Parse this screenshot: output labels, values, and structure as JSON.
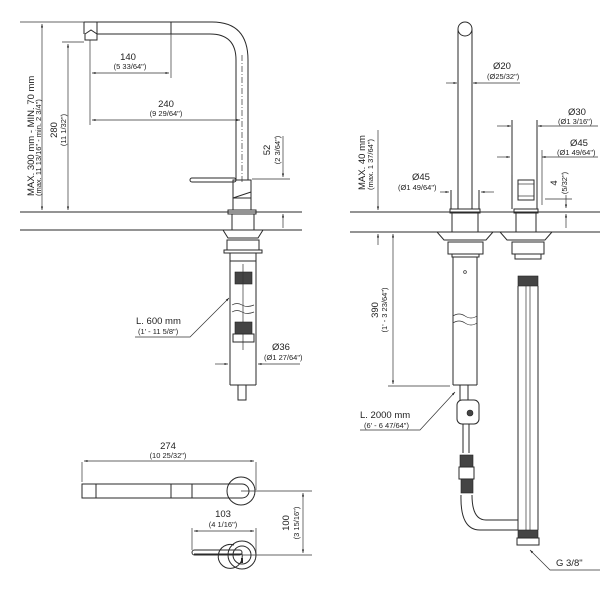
{
  "drawing": {
    "left_view": {
      "max_height": {
        "main": "MAX. 300 mm - MIN. 70 mm",
        "sub": "(max. 11 13/16\" - min. 2 3/4\")"
      },
      "height_280": {
        "main": "280",
        "sub": "(11 1/32\")"
      },
      "reach_140": {
        "main": "140",
        "sub": "(5 33/64\")"
      },
      "reach_240": {
        "main": "240",
        "sub": "(9 29/64\")"
      },
      "handle_52": {
        "main": "52",
        "sub": "(2 3/64\")"
      },
      "hose_length": {
        "main": "L. 600 mm",
        "sub": "(1' - 11 5/8\")"
      },
      "diameter_36": {
        "main": "Ø36",
        "sub": "(Ø1 27/64\")"
      }
    },
    "top_view": {
      "length_274": {
        "main": "274",
        "sub": "(10 25/32\")"
      },
      "width_103": {
        "main": "103",
        "sub": "(4 1/16\")"
      },
      "offset_100": {
        "main": "100",
        "sub": "(3 15/16\")"
      }
    },
    "right_view": {
      "diameter_20": {
        "main": "Ø20",
        "sub": "(Ø25/32\")"
      },
      "diameter_30": {
        "main": "Ø30",
        "sub": "(Ø1 3/16\")"
      },
      "diameter_45_right": {
        "main": "Ø45",
        "sub": "(Ø1 49/64\")"
      },
      "diameter_45_left": {
        "main": "Ø45",
        "sub": "(Ø1 49/64\")"
      },
      "deck_max": {
        "main": "MAX. 40 mm",
        "sub": "(max. 1 37/64\")"
      },
      "dim_4": {
        "main": "4",
        "sub": "(5/32\")"
      },
      "depth_390": {
        "main": "390",
        "sub": "(1' - 3 23/64\")"
      },
      "hose_length": {
        "main": "L. 2000 mm",
        "sub": "(6' - 6 47/64\")"
      },
      "thread": "G 3/8\""
    }
  }
}
